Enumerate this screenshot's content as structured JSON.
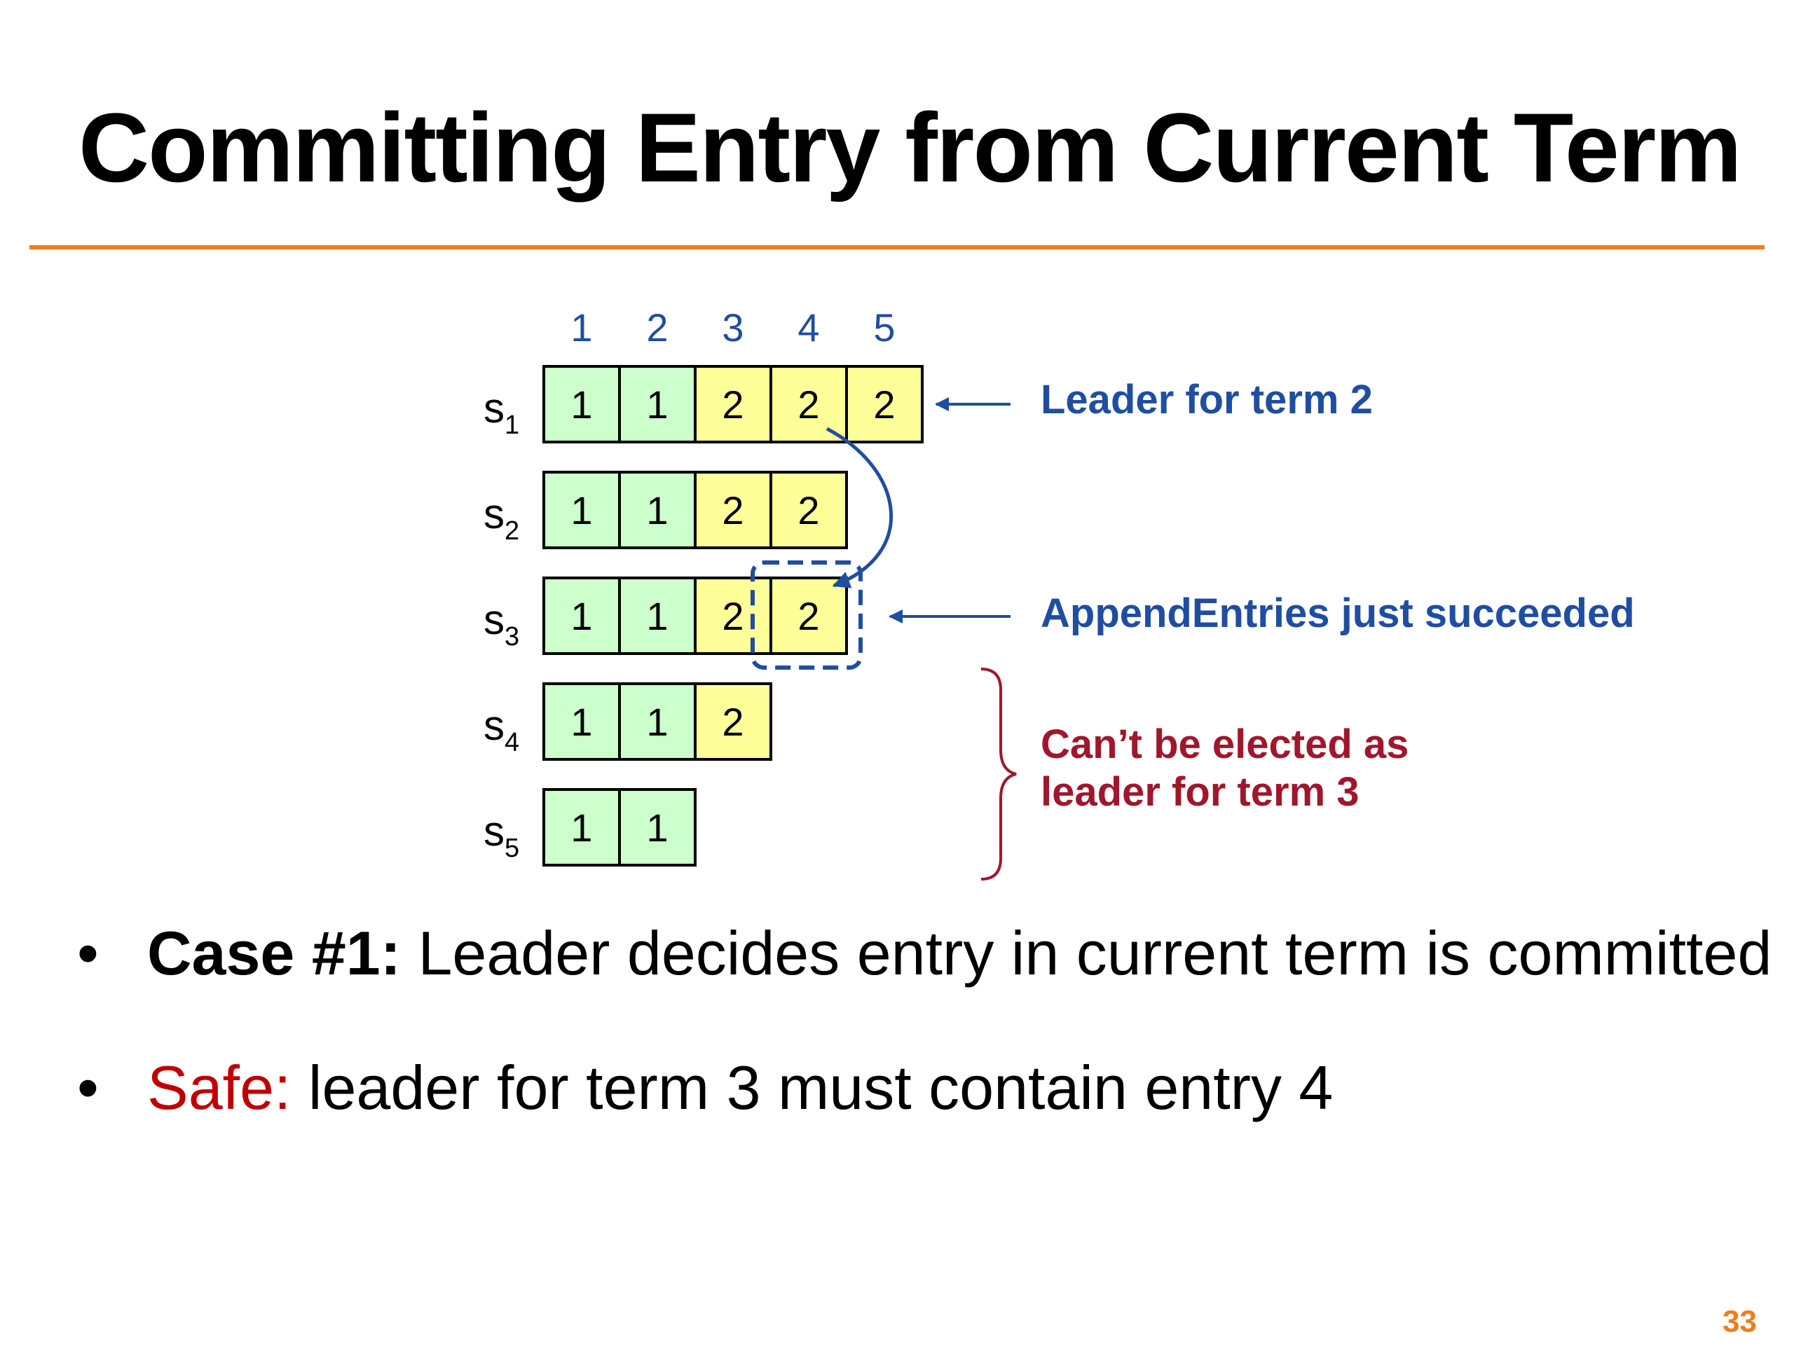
{
  "slide": {
    "title": "Committing Entry from Current Term",
    "page_number": "33",
    "accent_color": "#f07d1a"
  },
  "diagram": {
    "index_labels": [
      "1",
      "2",
      "3",
      "4",
      "5"
    ],
    "servers": [
      {
        "label": "s",
        "sub": "1",
        "entries": [
          "1",
          "1",
          "2",
          "2",
          "2"
        ]
      },
      {
        "label": "s",
        "sub": "2",
        "entries": [
          "1",
          "1",
          "2",
          "2"
        ]
      },
      {
        "label": "s",
        "sub": "3",
        "entries": [
          "1",
          "1",
          "2",
          "2"
        ]
      },
      {
        "label": "s",
        "sub": "4",
        "entries": [
          "1",
          "1",
          "2"
        ]
      },
      {
        "label": "s",
        "sub": "5",
        "entries": [
          "1",
          "1"
        ]
      }
    ],
    "colors": {
      "term1_fill": "#ccffcc",
      "term2_fill": "#ffff99",
      "blue": "#1f4ea1",
      "red": "#a0172c"
    },
    "annotations": {
      "leader": "Leader for term 2",
      "append": "AppendEntries just succeeded",
      "cant_elected_line1": "Can’t be elected as",
      "cant_elected_line2": "leader for term 3"
    }
  },
  "bullets": [
    {
      "strong": "Case #1:",
      "text": " Leader decides entry in current term is committed"
    },
    {
      "red": "Safe:",
      "text": " leader for term 3 must contain entry 4"
    }
  ]
}
